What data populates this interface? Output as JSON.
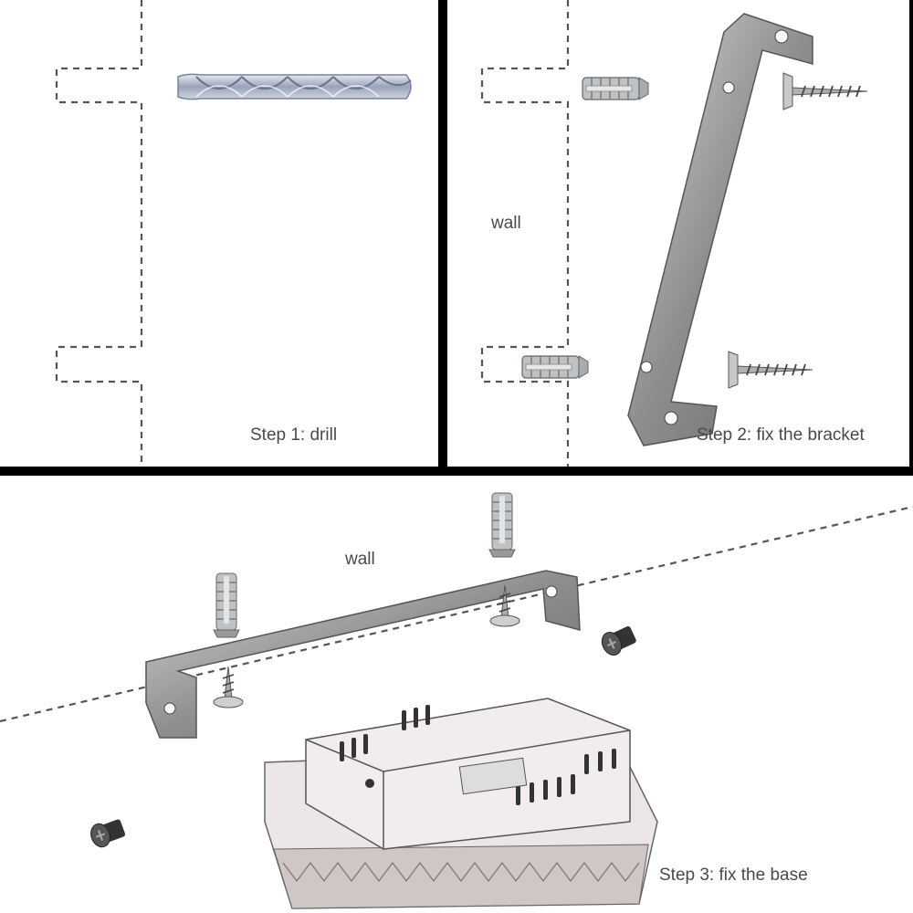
{
  "panels": {
    "step1": {
      "caption": "Step 1: drill"
    },
    "step2": {
      "caption": "Step 2: fix the bracket",
      "wall_label": "wall"
    },
    "step3": {
      "caption": "Step 3: fix the base",
      "wall_label": "wall"
    }
  },
  "colors": {
    "divider": "#000000",
    "text": "#4a4a4a",
    "metal": "#9a9a9a"
  }
}
